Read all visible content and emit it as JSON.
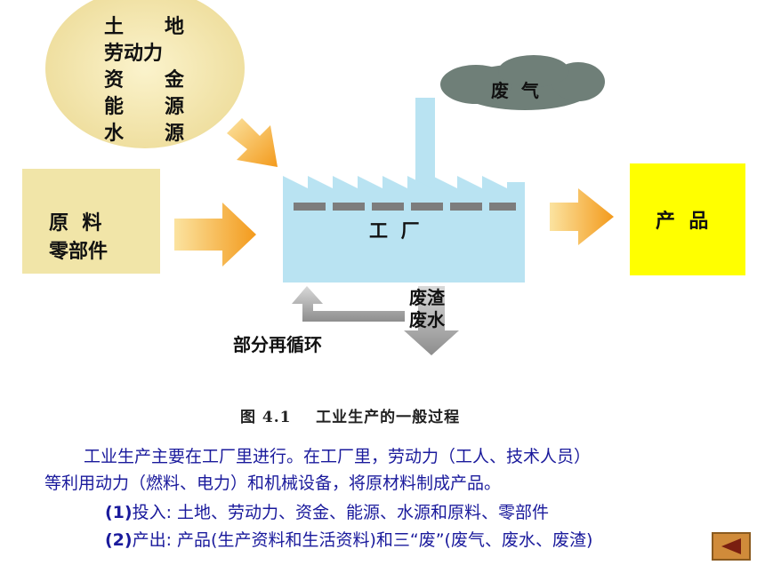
{
  "diagram": {
    "inputs_circle": {
      "rows": [
        [
          "土",
          "地"
        ],
        [
          "劳动力"
        ],
        [
          "资",
          "金"
        ],
        [
          "能",
          "源"
        ],
        [
          "水",
          "源"
        ]
      ]
    },
    "materials_box": {
      "line1": "原  料",
      "line2": "零部件"
    },
    "factory": {
      "label": "工  厂"
    },
    "exhaust_cloud": {
      "label": "废  气"
    },
    "product_box": {
      "label": "产  品"
    },
    "waste_label": {
      "line1": "废渣",
      "line2": "废水"
    },
    "recycle_label": "部分再循环",
    "colors": {
      "circle": "#f2e6b0",
      "materials_box": "#f1e5a8",
      "factory": "#b9e3f2",
      "product_box": "#ffff00",
      "cloud": "#6f7f78",
      "arrow": "#f3a22a",
      "text_blue": "#1a1a9c"
    }
  },
  "caption": "图 4.1    工业生产的一般过程",
  "paragraph": {
    "line1": "工业生产主要在工厂里进行。在工厂里，劳动力（工人、技术人员）",
    "line2": "等利用动力（燃料、电力）和机械设备，将原材料制成产品。"
  },
  "list": [
    {
      "num": "(1)",
      "text": "投入: 土地、劳动力、资金、能源、水源和原料、零部件"
    },
    {
      "num": "(2)",
      "text": "产出: 产品(生产资料和生活资料)和三“废”(废气、废水、废渣)"
    }
  ],
  "nav": {
    "back_icon": "triangle-left-icon"
  }
}
